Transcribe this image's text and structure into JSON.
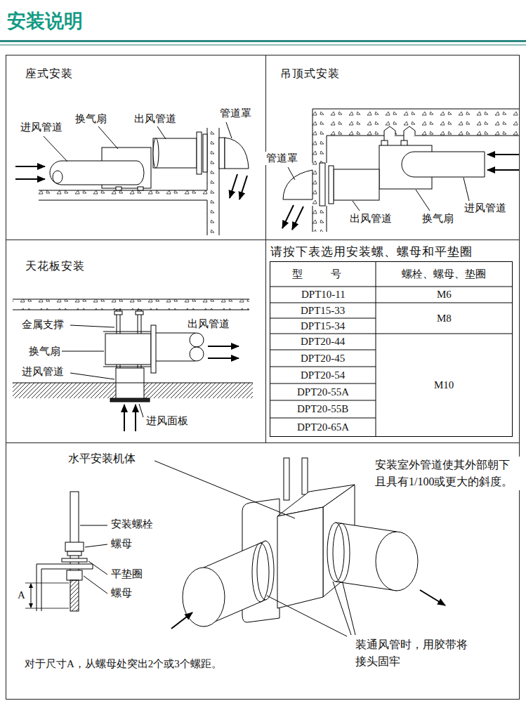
{
  "diagram": {
    "title": "安装说明",
    "nodes": [
      {
        "text": [
          "座式安装"
        ]
      },
      {
        "text": [
          "吊顶式安装"
        ]
      },
      {
        "text": [
          "天花板安装"
        ]
      },
      {
        "text": [
          "请按下表选用安装螺、螺母和平垫圈"
        ]
      }
    ],
    "labels": [
      "进风管道",
      "换气扇",
      "出风管道",
      "管道罩",
      "管道罩",
      "出风管道",
      "换气扇",
      "进风管道",
      "金属支撑",
      "换气扇",
      "进风管道",
      "出风管道",
      "进风面板",
      "型 号",
      "螺栓、螺母、垫圈",
      "DPT10-11",
      "M6",
      "DPT15-33",
      "DPT15-34",
      "M8",
      "DPT20-44",
      "DPT20-45",
      "DPT20-54",
      "DPT20-55A",
      "DPT20-55B",
      "DPT20-65A",
      "M10",
      "水平安装机体",
      "安装室外管道使其外部朝下且具有1/100或更大的斜度。",
      "安装螺栓",
      "螺母",
      "平垫圈",
      "螺母",
      "A",
      "对于尺寸A，从螺母处突出2个或3个螺距。",
      "装通风管时，用胶带将接头固牢"
    ]
  }
}
